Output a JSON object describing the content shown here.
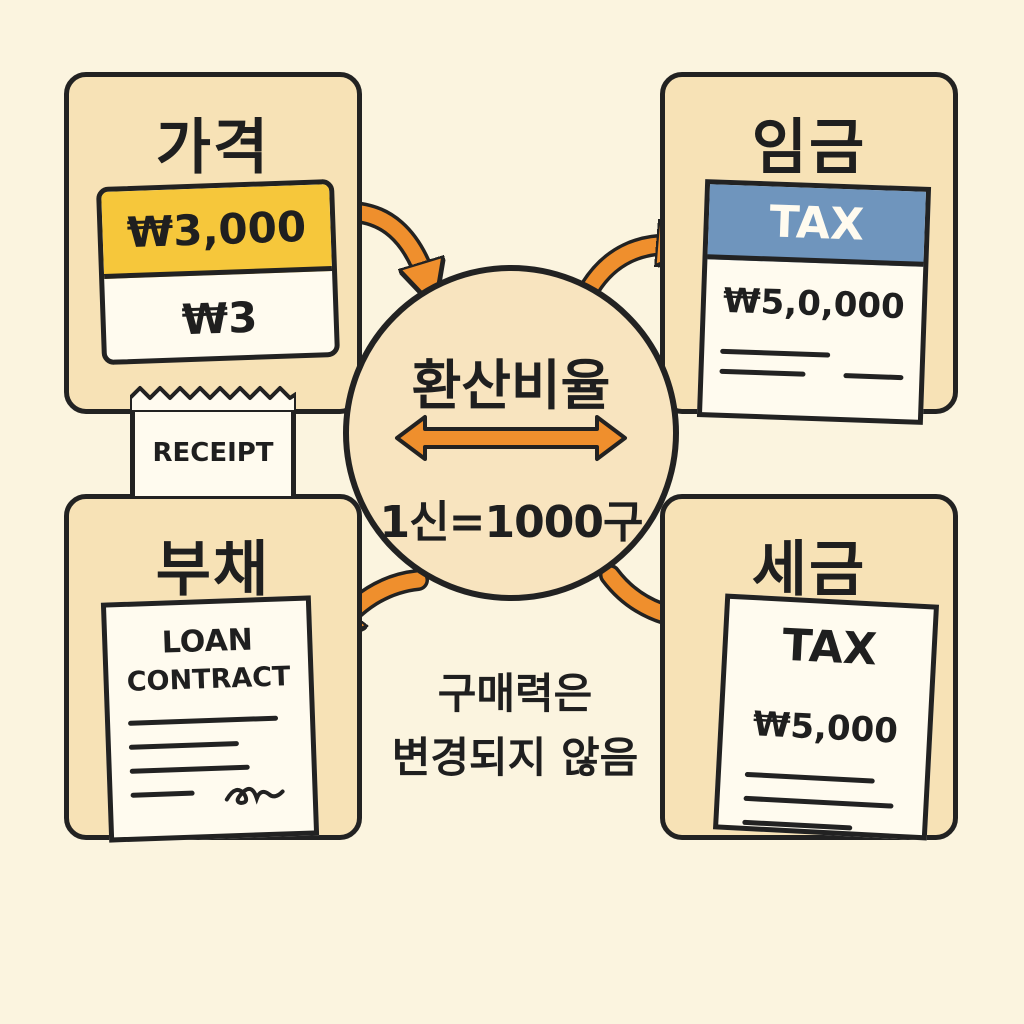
{
  "colors": {
    "background": "#fbf4df",
    "card": "#f7e2b6",
    "accent_orange": "#ef8f2d",
    "highlight_yellow": "#f6c73b",
    "tax_blue": "#6f95bd"
  },
  "icons": [
    "arrow-icon",
    "double-arrow-icon",
    "signature-icon",
    "receipt-icon"
  ],
  "price": {
    "title": "가격",
    "old_value": "₩3,000",
    "new_value": "₩3"
  },
  "receipt": {
    "label": "RECEIPT"
  },
  "wage": {
    "title": "임금",
    "header": "TAX",
    "amount": "₩5,0,000"
  },
  "debt": {
    "title": "부채",
    "doc_line1": "LOAN",
    "doc_line2": "CONTRACT"
  },
  "tax": {
    "title": "세금",
    "header": "TAX",
    "amount": "₩5,000"
  },
  "center": {
    "title": "환산비율",
    "rate": "1신=1000구"
  },
  "note": {
    "line1": "구매력은",
    "line2": "변경되지 않음"
  }
}
